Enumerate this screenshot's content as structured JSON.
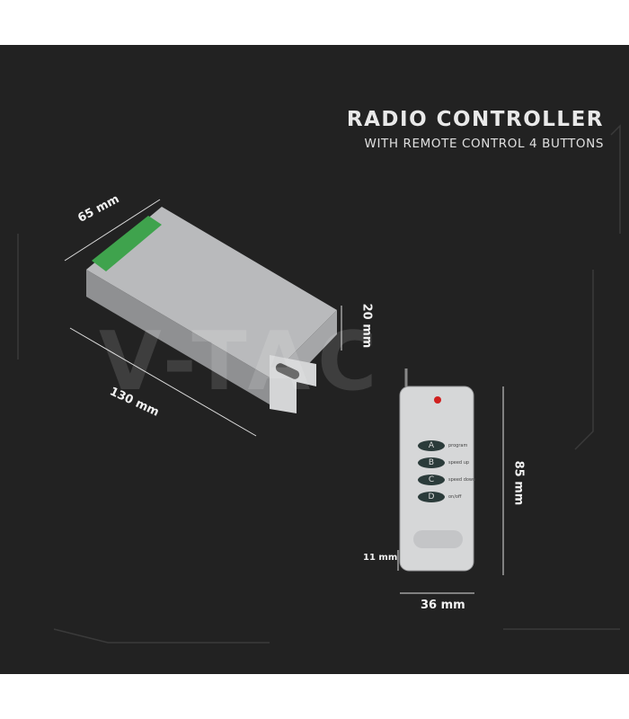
{
  "heading": {
    "title": "RADIO CONTROLLER",
    "subtitle": "WITH REMOTE CONTROL 4 BUTTONS"
  },
  "watermark": "V-TAC",
  "dimensions": {
    "controller_width": "65 mm",
    "controller_length": "130 mm",
    "controller_height": "20 mm",
    "remote_height": "85 mm",
    "remote_depth": "11 mm",
    "remote_width": "36 mm"
  },
  "remote": {
    "buttons": [
      {
        "letter": "A",
        "label": "program"
      },
      {
        "letter": "B",
        "label": "speed up"
      },
      {
        "letter": "C",
        "label": "speed down"
      },
      {
        "letter": "D",
        "label": "on/off"
      }
    ]
  },
  "colors": {
    "background": "#222222",
    "silver": "#c8c9cb",
    "terminal": "#3fa34d",
    "led": "#d0201f"
  }
}
